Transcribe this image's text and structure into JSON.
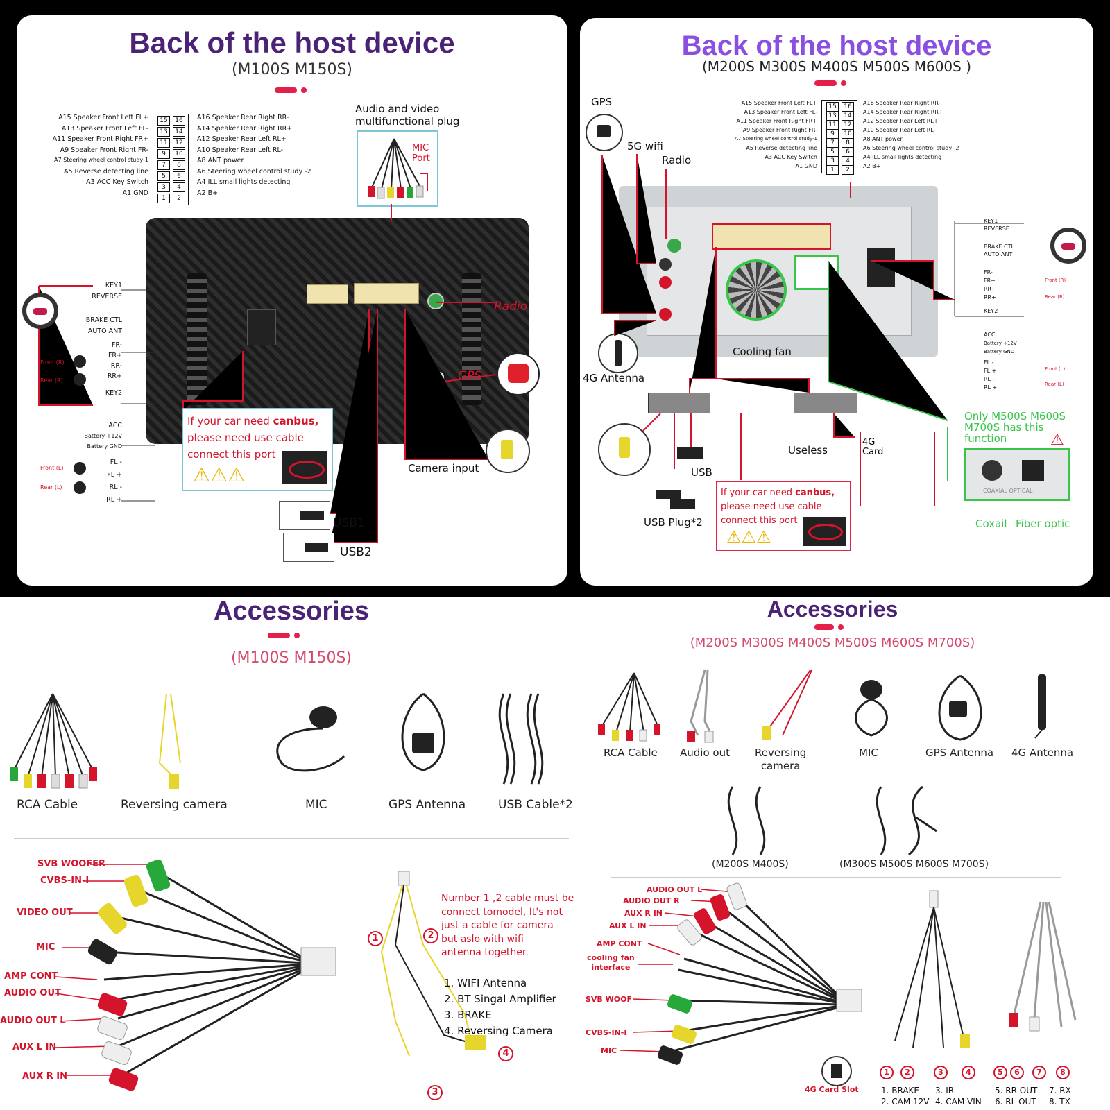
{
  "panel_a": {
    "title": "Back of the host device",
    "subtitle": "(M100S  M150S)",
    "pins_left": [
      "A15  Speaker Front Left FL+",
      "A13  Speaker Front Left FL-",
      "A11  Speaker Front Right FR+",
      "A9   Speaker Front Right FR-",
      "A7   Steering wheel control study-1",
      "A5   Reverse detecting line",
      "A3 ACC Key Switch",
      "A1 GND"
    ],
    "pins_right": [
      "A16 Speaker Rear Right RR-",
      "A14 Speaker Rear Right RR+",
      "A12 Speaker Rear Left RL+",
      "A10 Speaker Rear Left RL-",
      "A8   ANT power",
      "A6   Steering wheel control study -2",
      "A4   ILL small lights detecting",
      "A2   B+"
    ],
    "pin_numbers": [
      [
        "15",
        "16"
      ],
      [
        "13",
        "14"
      ],
      [
        "11",
        "12"
      ],
      [
        "9",
        "10"
      ],
      [
        "7",
        "8"
      ],
      [
        "5",
        "6"
      ],
      [
        "3",
        "4"
      ],
      [
        "1",
        "2"
      ]
    ],
    "av_plug": "Audio and video\nmultifunctional plug",
    "mic_port": "MIC\nPort",
    "radio": "Radio",
    "gps": "GPS",
    "wires_upper": [
      "KEY1",
      "REVERSE",
      "BRAKE CTL",
      "AUTO ANT",
      "FR-",
      "FR+",
      "RR-",
      "RR+",
      "KEY2"
    ],
    "wires_lower": [
      "ACC",
      "Battery +12V",
      "Battery GND",
      "FL -",
      "FL +",
      "RL -",
      "RL +"
    ],
    "front_r": "Front (R)",
    "rear_r": "Rear (R)",
    "front_l": "Front (L)",
    "rear_l": "Rear (L)",
    "canbus_1": "If your car need ",
    "canbus_bold": "canbus,",
    "canbus_2": "please need use cable",
    "canbus_3": "connect this port",
    "camera_input": "Camera input",
    "usb1": "USB1",
    "usb2": "USB2"
  },
  "panel_b": {
    "title": "Back of the host device",
    "subtitle": "(M200S M300S M400S M500S M600S )",
    "pins_left": [
      "A15  Speaker Front Left FL+",
      "A13  Speaker Front Left FL-",
      "A11  Speaker Front Right FR+",
      "A9   Speaker Front Right FR-",
      "A7   Steering wheel control study-1",
      "A5   Reverse detecting line",
      "A3 ACC Key Switch",
      "A1 GND"
    ],
    "pins_right": [
      "A16 Speaker Rear Right RR-",
      "A14 Speaker Rear Right RR+",
      "A12 Speaker Rear Left RL+",
      "A10 Speaker Rear Left RL-",
      "A8   ANT power",
      "A6   Steering wheel control study -2",
      "A4   ILL small lights detecting",
      "A2   B+"
    ],
    "pin_numbers": [
      [
        "15",
        "16"
      ],
      [
        "13",
        "14"
      ],
      [
        "11",
        "12"
      ],
      [
        "9",
        "10"
      ],
      [
        "7",
        "8"
      ],
      [
        "5",
        "6"
      ],
      [
        "3",
        "4"
      ],
      [
        "1",
        "2"
      ]
    ],
    "gps": "GPS",
    "wifi": "5G wifi",
    "radio": "Radio",
    "cooling_fan": "Cooling fan",
    "antenna_4g": "4G Antenna",
    "wires_upper": [
      "KEY1",
      "REVERSE",
      "BRAKE CTL",
      "AUTO ANT",
      "FR-",
      "FR+",
      "RR-",
      "RR+",
      "KEY2"
    ],
    "wires_lower": [
      "ACC",
      "Battery +12V",
      "Battery GND",
      "FL -",
      "FL +",
      "RL -",
      "RL +"
    ],
    "front_r": "Front (R)",
    "rear_r": "Rear (R)",
    "front_l": "Front (L)",
    "rear_l": "Rear (L)",
    "useless": "Useless",
    "card_4g": "4G\nCard",
    "usb": "USB",
    "usb_plug": "USB Plug*2",
    "only_note": "Only M500S M600S\nM700S has this\nfunction",
    "coxail": "Coxail",
    "fiber": "Fiber optic",
    "coaxial_small": "COAXIAL  OPTICAL",
    "canbus_1": "If your car need ",
    "canbus_bold": "canbus,",
    "canbus_2": "please need use cable",
    "canbus_3": "connect this port"
  },
  "panel_c": {
    "title": "Accessories",
    "subtitle": "(M100S M150S)",
    "items": [
      "RCA Cable",
      "Reversing  camera",
      "MIC",
      "GPS Antenna",
      "USB Cable*2"
    ],
    "rca_labels": [
      "SVB WOOFER",
      "CVBS-IN-I",
      "VIDEO OUT",
      "MIC",
      "AMP CONT",
      "AUDIO OUT",
      "AUDIO OUT L",
      "AUX L IN",
      "AUX R IN"
    ],
    "note": "Number 1 ,2 cable must be\nconnect tomodel, It's not\njust a cable for camera\nbut aslo with wifi\nantenna together.",
    "list": [
      "1. WIFI Antenna",
      "2. BT Singal Amplifier",
      "3. BRAKE",
      "4. Reversing Camera"
    ],
    "markers": [
      "1",
      "2",
      "3",
      "4"
    ]
  },
  "panel_d": {
    "title": "Accessories",
    "subtitle": "(M200S M300S M400S M500S M600S M700S)",
    "items": [
      "RCA Cable",
      "Audio out",
      "Reversing\ncamera",
      "MIC",
      "GPS Antenna",
      "4G Antenna"
    ],
    "usb_left": "(M200S M400S)",
    "usb_right": "(M300S M500S M600S M700S)",
    "rca_labels": [
      "AUDIO OUT L",
      "AUDIO OUT R",
      "AUX R IN",
      "AUX L IN",
      "AMP CONT",
      "cooling fan\ninterface",
      "SVB WOOF",
      "CVBS-IN-I",
      "MIC"
    ],
    "card_slot": "4G Card Slot",
    "markers": [
      "1",
      "2",
      "3",
      "4",
      "5",
      "6",
      "7",
      "8"
    ],
    "legend_left_1": "1. BRAKE",
    "legend_left_2": "2. CAM 12V",
    "legend_mid_1": "3. IR",
    "legend_mid_2": "4. CAM VIN",
    "legend_right_1": "5. RR OUT",
    "legend_right_2": "6. RL OUT",
    "legend_far_1": "7. RX",
    "legend_far_2": "8. TX"
  },
  "colors": {
    "title_purple": "#4a2376",
    "title_violet": "#8a4fe0",
    "accent_red": "#e3204a",
    "wire_red": "#d4142a",
    "green": "#39c44a"
  }
}
